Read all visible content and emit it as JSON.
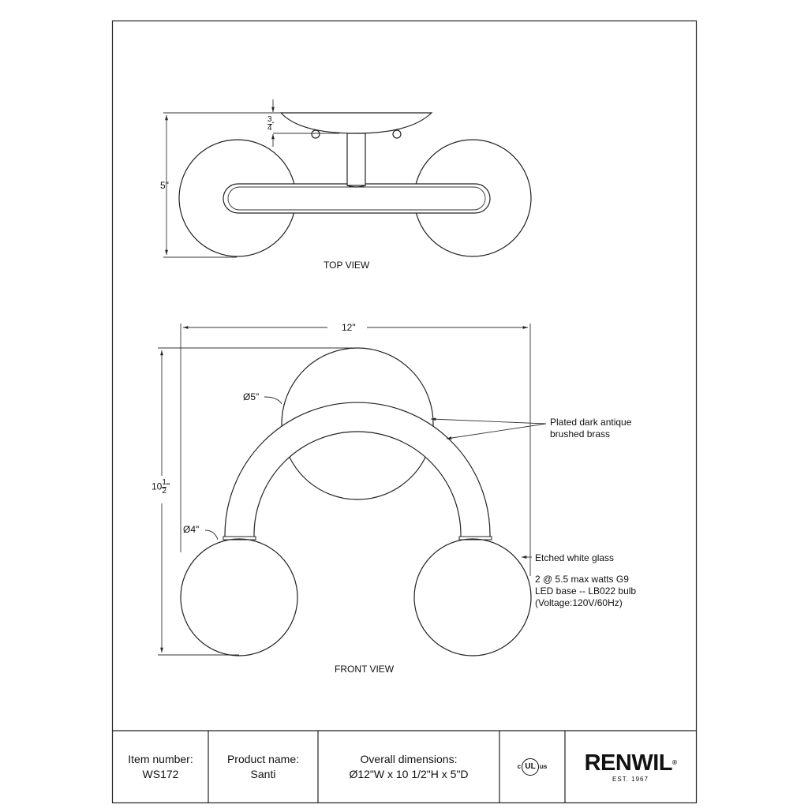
{
  "top_view": {
    "title": "TOP VIEW",
    "depth_dim": "5\"",
    "canopy_dim_num": "3",
    "canopy_dim_den": "4",
    "canopy_dim_unit": "\""
  },
  "front_view": {
    "title": "FRONT VIEW",
    "width_dim": "12\"",
    "height_dim_whole": "10",
    "height_dim_num": "1",
    "height_dim_den": "2",
    "height_dim_unit": "\"",
    "canopy_diameter": "Ø5\"",
    "globe_diameter": "Ø4\"",
    "finish_note_line1": "Plated dark antique",
    "finish_note_line2": "brushed brass",
    "glass_note": "Etched white glass",
    "bulb_note_line1": "2 @ 5.5 max watts G9",
    "bulb_note_line2": "LED base -- LB022 bulb",
    "bulb_note_line3": "(Voltage:120V/60Hz)"
  },
  "title_block": {
    "item_label": "Item number:",
    "item_value": "WS172",
    "product_label": "Product name:",
    "product_value": "Santi",
    "dimensions_label": "Overall dimensions:",
    "dimensions_value": "Ø12\"W x 10 1/2\"H x 5\"D",
    "cert_c": "c",
    "cert_ul": "UL",
    "cert_us": "us",
    "brand": "RENWIL",
    "brand_mark": "®",
    "brand_tagline": "EST. 1967"
  }
}
